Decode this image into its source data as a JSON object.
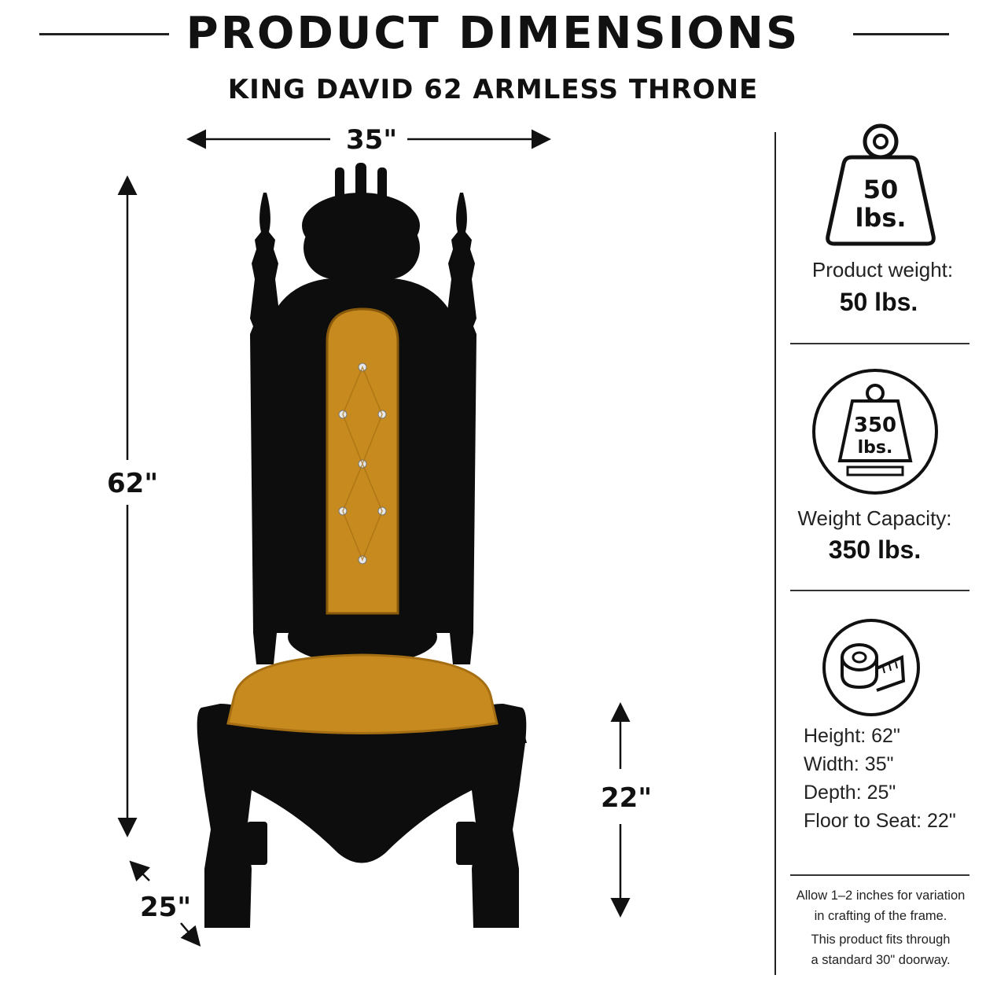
{
  "header": {
    "title": "PRODUCT DIMENSIONS",
    "subtitle": "KING DAVID 62 ARMLESS THRONE"
  },
  "dimension_labels": {
    "width": "35\"",
    "height": "62\"",
    "depth": "25\"",
    "seat": "22\""
  },
  "specs": {
    "weight_icon_text": [
      "50",
      "lbs."
    ],
    "weight_label": "Product weight:",
    "weight_value": "50 lbs.",
    "capacity_icon_text": [
      "350",
      "lbs."
    ],
    "capacity_label": "Weight Capacity:",
    "capacity_value": "350 lbs."
  },
  "measurements": [
    "Height: 62\"",
    "Width: 35\"",
    "Depth: 25\"",
    "Floor to Seat: 22\""
  ],
  "notes": {
    "line1": "Allow 1–2 inches for variation",
    "line2": "in crafting of the frame.",
    "line3": "This product fits through",
    "line4": "a standard 30\" doorway."
  },
  "colors": {
    "frame": "#0d0d0d",
    "upholstery": "#c68a1e",
    "upholstery_dark": "#a56e12",
    "text": "#111111"
  },
  "icons": [
    "weight-icon",
    "scale-icon",
    "tape-measure-icon"
  ]
}
